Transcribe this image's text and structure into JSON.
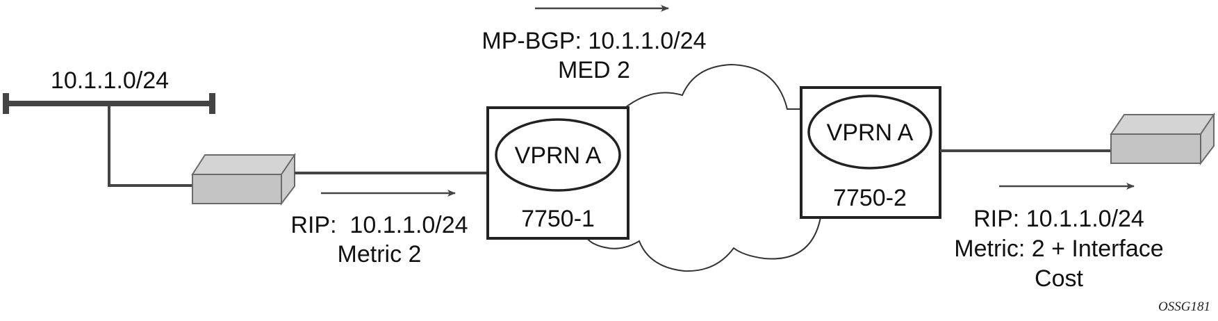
{
  "diagram": {
    "subnet": {
      "label": "10.1.1.0/24"
    },
    "routers": [
      {
        "name": "7750-1",
        "service": "VPRN A"
      },
      {
        "name": "7750-2",
        "service": "VPRN A"
      }
    ],
    "annotations": {
      "mpbgp_line1": "MP-BGP: 10.1.1.0/24",
      "mpbgp_line2": "MED 2",
      "rip_left_line1": "RIP:  10.1.1.0/24",
      "rip_left_line2": "Metric 2",
      "rip_right_line1": "RIP: 10.1.1.0/24",
      "rip_right_line2": "Metric: 2 + Interface",
      "rip_right_line3": "Cost"
    },
    "figure_id": "OSSG181",
    "colors": {
      "line": "#444444",
      "box_border": "#222222",
      "device_face": "#c4c4c4",
      "device_top": "#d4d4d4",
      "device_side": "#cbcbcb",
      "device_edge": "#6a6a6a"
    }
  }
}
